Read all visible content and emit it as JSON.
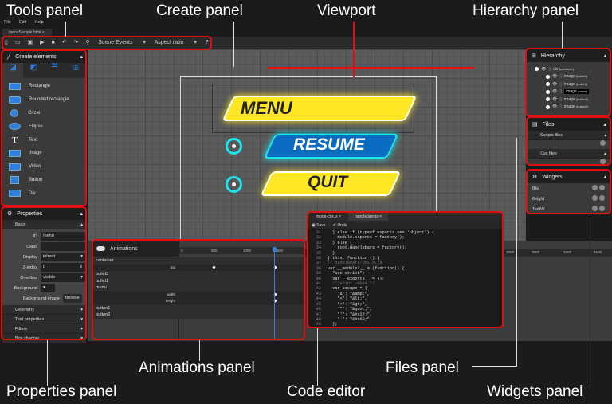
{
  "annotations": {
    "tools": "Tools panel",
    "create": "Create panel",
    "viewport": "Viewport",
    "hierarchy": "Hierarchy panel",
    "animations": "Animations panel",
    "files": "Files panel",
    "properties": "Properties panel",
    "code": "Code editor",
    "widgets": "Widgets panel"
  },
  "menu": [
    "File",
    "Edit",
    "Help"
  ],
  "tab": "menuSample.html",
  "toolbar": {
    "scene_events": "Scene Events",
    "aspect_ratio": "Aspect ratio"
  },
  "create": {
    "title": "Create elements",
    "items": [
      "Rectangle",
      "Rounded rectangle",
      "Circle",
      "Ellipse",
      "Text",
      "Image",
      "Video",
      "Button",
      "Div"
    ]
  },
  "properties": {
    "title": "Properties",
    "basic": "Basic",
    "fields": {
      "id_label": "ID",
      "id": "menu",
      "class_label": "Class",
      "display_label": "Display",
      "display": "inherit",
      "zindex_label": "Z-index",
      "zindex": "0",
      "overflow_label": "Overflow",
      "overflow": "visible",
      "background_label": "Background",
      "bgimage_label": "Background-image",
      "browse": "browse"
    },
    "sections": [
      "Geometry",
      "Text properties",
      "Filters",
      "Box shadow"
    ]
  },
  "scene": {
    "menu": "MENU",
    "resume": "RESUME",
    "quit": "QUIT"
  },
  "animations": {
    "title": "Animations",
    "ticks": [
      "0",
      "500",
      "1000",
      "1500"
    ],
    "right_ticks": [
      "3000",
      "3500",
      "4000",
      "4500"
    ],
    "rows": [
      {
        "name": "container",
        "type": "el"
      },
      {
        "name": "top",
        "type": "prop"
      },
      {
        "name": "bullet2",
        "type": "el"
      },
      {
        "name": "bullet1",
        "type": "el"
      },
      {
        "name": "menu",
        "type": "el"
      },
      {
        "name": "width",
        "type": "prop"
      },
      {
        "name": "height",
        "type": "prop"
      },
      {
        "name": "button1",
        "type": "el"
      },
      {
        "name": "button2",
        "type": "el"
      }
    ]
  },
  "code": {
    "tabs": [
      "mode-css.js",
      "handlebars.js"
    ],
    "save": "Save",
    "undo": "Undo",
    "lines": [
      {
        "n": "31",
        "t": "  } else if (typeof exports === 'object') {"
      },
      {
        "n": "32",
        "t": "    module.exports = factory();"
      },
      {
        "n": "33",
        "t": "  } else {"
      },
      {
        "n": "34",
        "t": "    root.Handlebars = factory();"
      },
      {
        "n": "35",
        "t": "  }"
      },
      {
        "n": "36",
        "t": "}(this, function () {"
      },
      {
        "n": "37",
        "t": "// handlebars/utils.js"
      },
      {
        "n": "38",
        "t": "var __module3__ = (function() {"
      },
      {
        "n": "39",
        "t": "  \"use strict\";"
      },
      {
        "n": "40",
        "t": "  var __exports__ = {};"
      },
      {
        "n": "41",
        "t": "  /*jshint -W004 */"
      },
      {
        "n": "42",
        "t": "  var escape = {"
      },
      {
        "n": "43",
        "t": "    \"&\": \"&amp;\","
      },
      {
        "n": "44",
        "t": "    \"<\": \"&lt;\","
      },
      {
        "n": "45",
        "t": "    \">\": \"&gt;\","
      },
      {
        "n": "46",
        "t": "    '\"': \"&quot;\","
      },
      {
        "n": "47",
        "t": "    \"'\": \"&#x27;\","
      },
      {
        "n": "48",
        "t": "    \"`\": \"&#x60;\""
      },
      {
        "n": "49",
        "t": "  };"
      }
    ]
  },
  "hierarchy": {
    "title": "Hierarchy",
    "items": [
      {
        "name": "div",
        "id": "(container)"
      },
      {
        "name": "image",
        "id": "(bullet2)"
      },
      {
        "name": "image",
        "id": "(bullet1)"
      },
      {
        "name": "image",
        "id": "(menu)"
      },
      {
        "name": "image",
        "id": "(button1)"
      },
      {
        "name": "image",
        "id": "(button2)"
      }
    ]
  },
  "files": {
    "title": "Files",
    "scripts": "Scripts files",
    "css": "Css files"
  },
  "widgets": {
    "title": "Widgets",
    "items": [
      "Bla",
      "Gdgfd",
      "TestW"
    ]
  },
  "colors": {
    "accent": "#2f7fe0",
    "highlight": "#e01010",
    "yellow": "#fde725",
    "cyan": "#19e6f0"
  }
}
